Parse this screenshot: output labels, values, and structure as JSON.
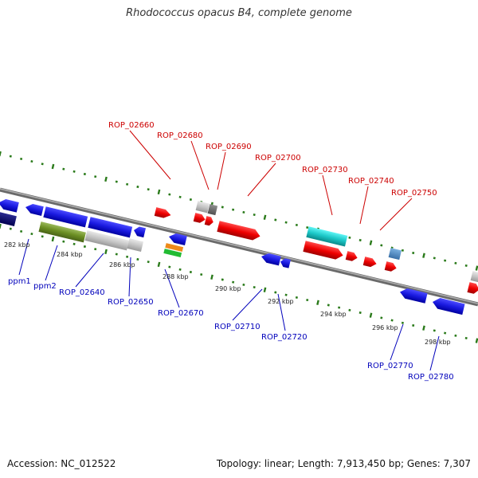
{
  "title": "Rhodococcus opacus B4, complete genome",
  "footer": {
    "accession": "Accession: NC_012522",
    "summary": "Topology: linear; Length: 7,913,450 bp; Genes: 7,307"
  },
  "colors": {
    "upper_label": "#cc0000",
    "lower_label": "#0000bb",
    "ticks": "#2a7a1a",
    "axis": "#808080"
  },
  "scale_labels": [
    "282 kbp",
    "284 kbp",
    "286 kbp",
    "288 kbp",
    "290 kbp",
    "292 kbp",
    "294 kbp",
    "296 kbp",
    "298 kbp"
  ],
  "upper_genes": [
    "ROP_02660",
    "ROP_02680",
    "ROP_02690",
    "ROP_02700",
    "ROP_02730",
    "ROP_02740",
    "ROP_02750"
  ],
  "lower_genes": [
    "ppm1",
    "ppm2",
    "ROP_02640",
    "ROP_02650",
    "ROP_02670",
    "ROP_02710",
    "ROP_02720",
    "ROP_02770",
    "ROP_02780"
  ]
}
